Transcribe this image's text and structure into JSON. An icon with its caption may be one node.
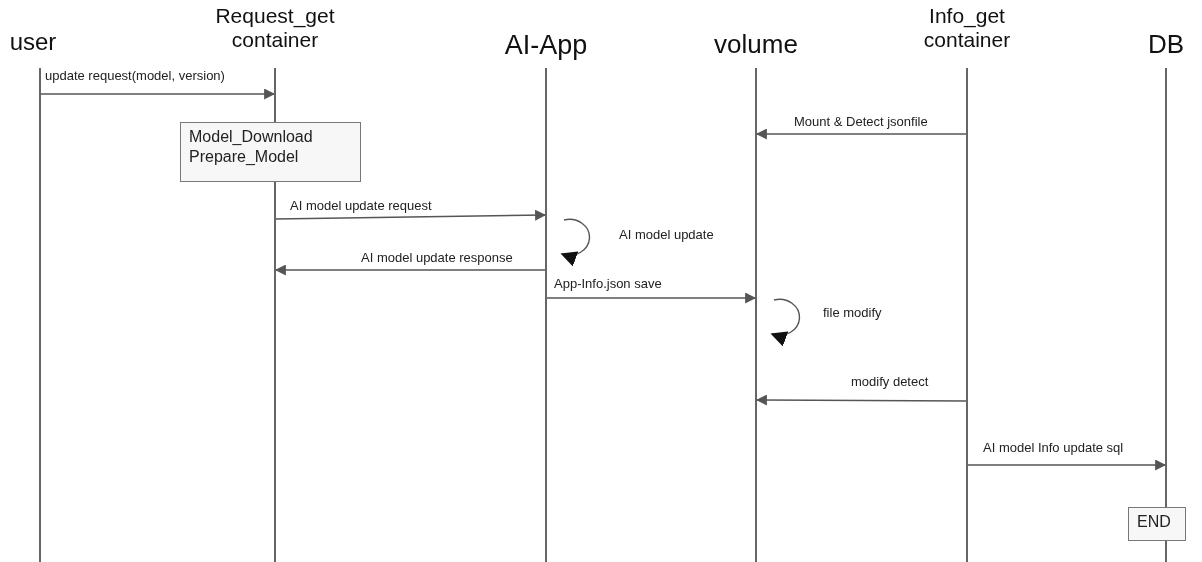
{
  "diagram": {
    "nodes": [
      {
        "text": [
          "user"
        ]
      },
      {
        "text": [
          "Request_get container"
        ]
      },
      {
        "text": [
          "AI-App"
        ]
      },
      {
        "text": [
          "volume"
        ]
      },
      {
        "text": [
          "Info_get container"
        ]
      },
      {
        "text": [
          "DB"
        ]
      },
      {
        "text": [
          "Model_Download Prepare_Model"
        ]
      },
      {
        "text": [
          "END"
        ]
      }
    ],
    "edges": [
      {
        "from": 0,
        "to": 1,
        "arrow": "to",
        "label": "update request(model, version)"
      },
      {
        "from": 4,
        "to": 3,
        "arrow": "to",
        "label": "Mount & Detect jsonfile"
      },
      {
        "from": 1,
        "to": 2,
        "arrow": "to",
        "label": "AI model update request"
      },
      {
        "from": 2,
        "to": 2,
        "arrow": "to",
        "label": "AI model update"
      },
      {
        "from": 2,
        "to": 1,
        "arrow": "to",
        "label": "AI model update response"
      },
      {
        "from": 2,
        "to": 3,
        "arrow": "to",
        "label": "App-Info.json save"
      },
      {
        "from": 3,
        "to": 3,
        "arrow": "to",
        "label": "file modify"
      },
      {
        "from": 4,
        "to": 3,
        "arrow": "to",
        "label": "modify detect"
      },
      {
        "from": 4,
        "to": 5,
        "arrow": "to",
        "label": "AI model Info update sql"
      }
    ]
  }
}
